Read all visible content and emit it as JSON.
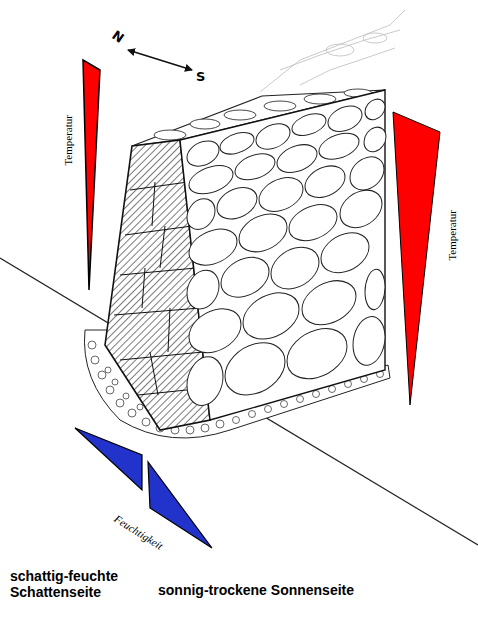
{
  "diagram": {
    "labels": [
      "N",
      "S",
      "Temperatur",
      "Temperatur",
      "Feuchtigkeit",
      "schattig-feuchte Schattenseite",
      "sonnig-trockene Sonnenseite"
    ]
  }
}
